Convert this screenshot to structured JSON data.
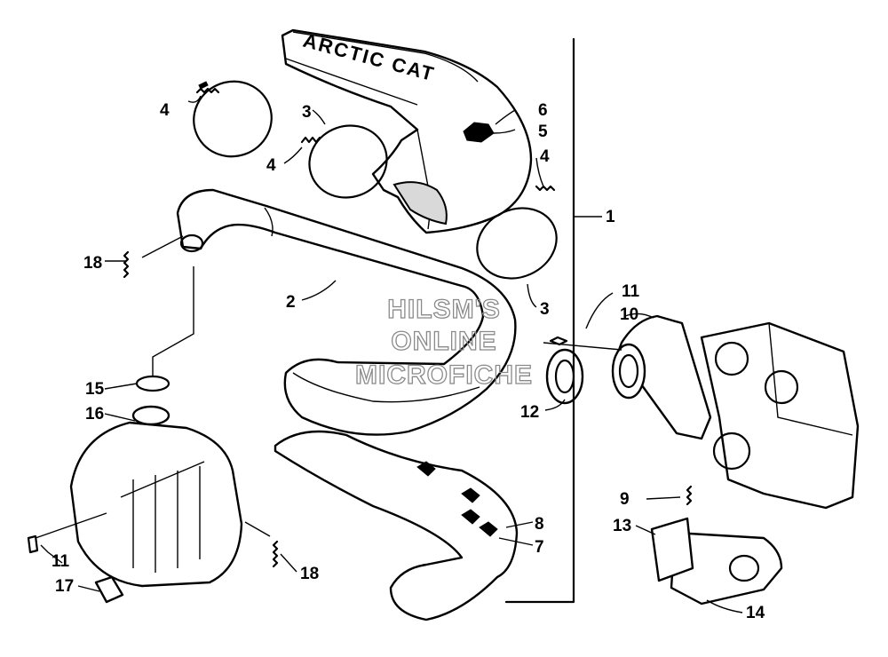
{
  "brand_text": "ARCTIC CAT",
  "watermark": {
    "line1": "HILSM'S",
    "line2": "ONLINE",
    "line3": "MICROFICHE"
  },
  "callouts": {
    "c1": "1",
    "c2": "2",
    "c3a": "3",
    "c3b": "3",
    "c4a": "4",
    "c4b": "4",
    "c4c": "4",
    "c5": "5",
    "c6": "6",
    "c7": "7",
    "c8": "8",
    "c9": "9",
    "c10": "10",
    "c11a": "11",
    "c11b": "11",
    "c12": "12",
    "c13": "13",
    "c14": "14",
    "c15": "15",
    "c16": "16",
    "c17": "17",
    "c18a": "18",
    "c18b": "18"
  }
}
